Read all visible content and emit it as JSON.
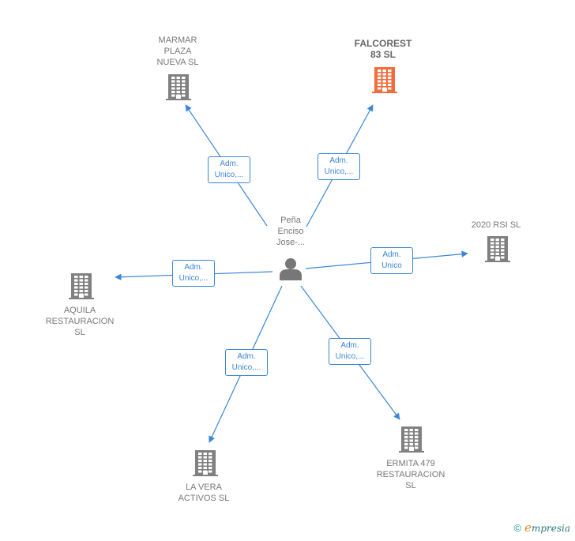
{
  "center": {
    "name": "Peña\nEnciso\nJose-...",
    "icon": "person-icon"
  },
  "companies": [
    {
      "id": "marmar",
      "name": "MARMAR\nPLAZA\nNUEVA  SL",
      "icon": "building-icon",
      "color": "#808080",
      "highlight": false
    },
    {
      "id": "falcorest",
      "name": "FALCOREST\n83  SL",
      "icon": "building-icon",
      "color": "#f26b3a",
      "highlight": true
    },
    {
      "id": "rsi",
      "name": "2020 RSI  SL",
      "icon": "building-icon",
      "color": "#808080",
      "highlight": false
    },
    {
      "id": "aquila",
      "name": "AQUILA\nRESTAURACION\nSL",
      "icon": "building-icon",
      "color": "#808080",
      "highlight": false
    },
    {
      "id": "lavera",
      "name": "LA VERA\nACTIVOS  SL",
      "icon": "building-icon",
      "color": "#808080",
      "highlight": false
    },
    {
      "id": "ermita",
      "name": "ERMITA 479\nRESTAURACION\nSL",
      "icon": "building-icon",
      "color": "#808080",
      "highlight": false
    }
  ],
  "edges": [
    {
      "to": "marmar",
      "label": "Adm.\nUnico,..."
    },
    {
      "to": "falcorest",
      "label": "Adm.\nUnico,..."
    },
    {
      "to": "rsi",
      "label": "Adm.\nUnico"
    },
    {
      "to": "aquila",
      "label": "Adm.\nUnico,..."
    },
    {
      "to": "lavera",
      "label": "Adm.\nUnico,..."
    },
    {
      "to": "ermita",
      "label": "Adm.\nUnico,..."
    }
  ],
  "colors": {
    "edge": "#3b86d6",
    "node": "#808080",
    "highlight": "#f26b3a"
  },
  "footer": {
    "copyright": "©",
    "brand_e": "e",
    "brand_rest": "mpresia"
  }
}
